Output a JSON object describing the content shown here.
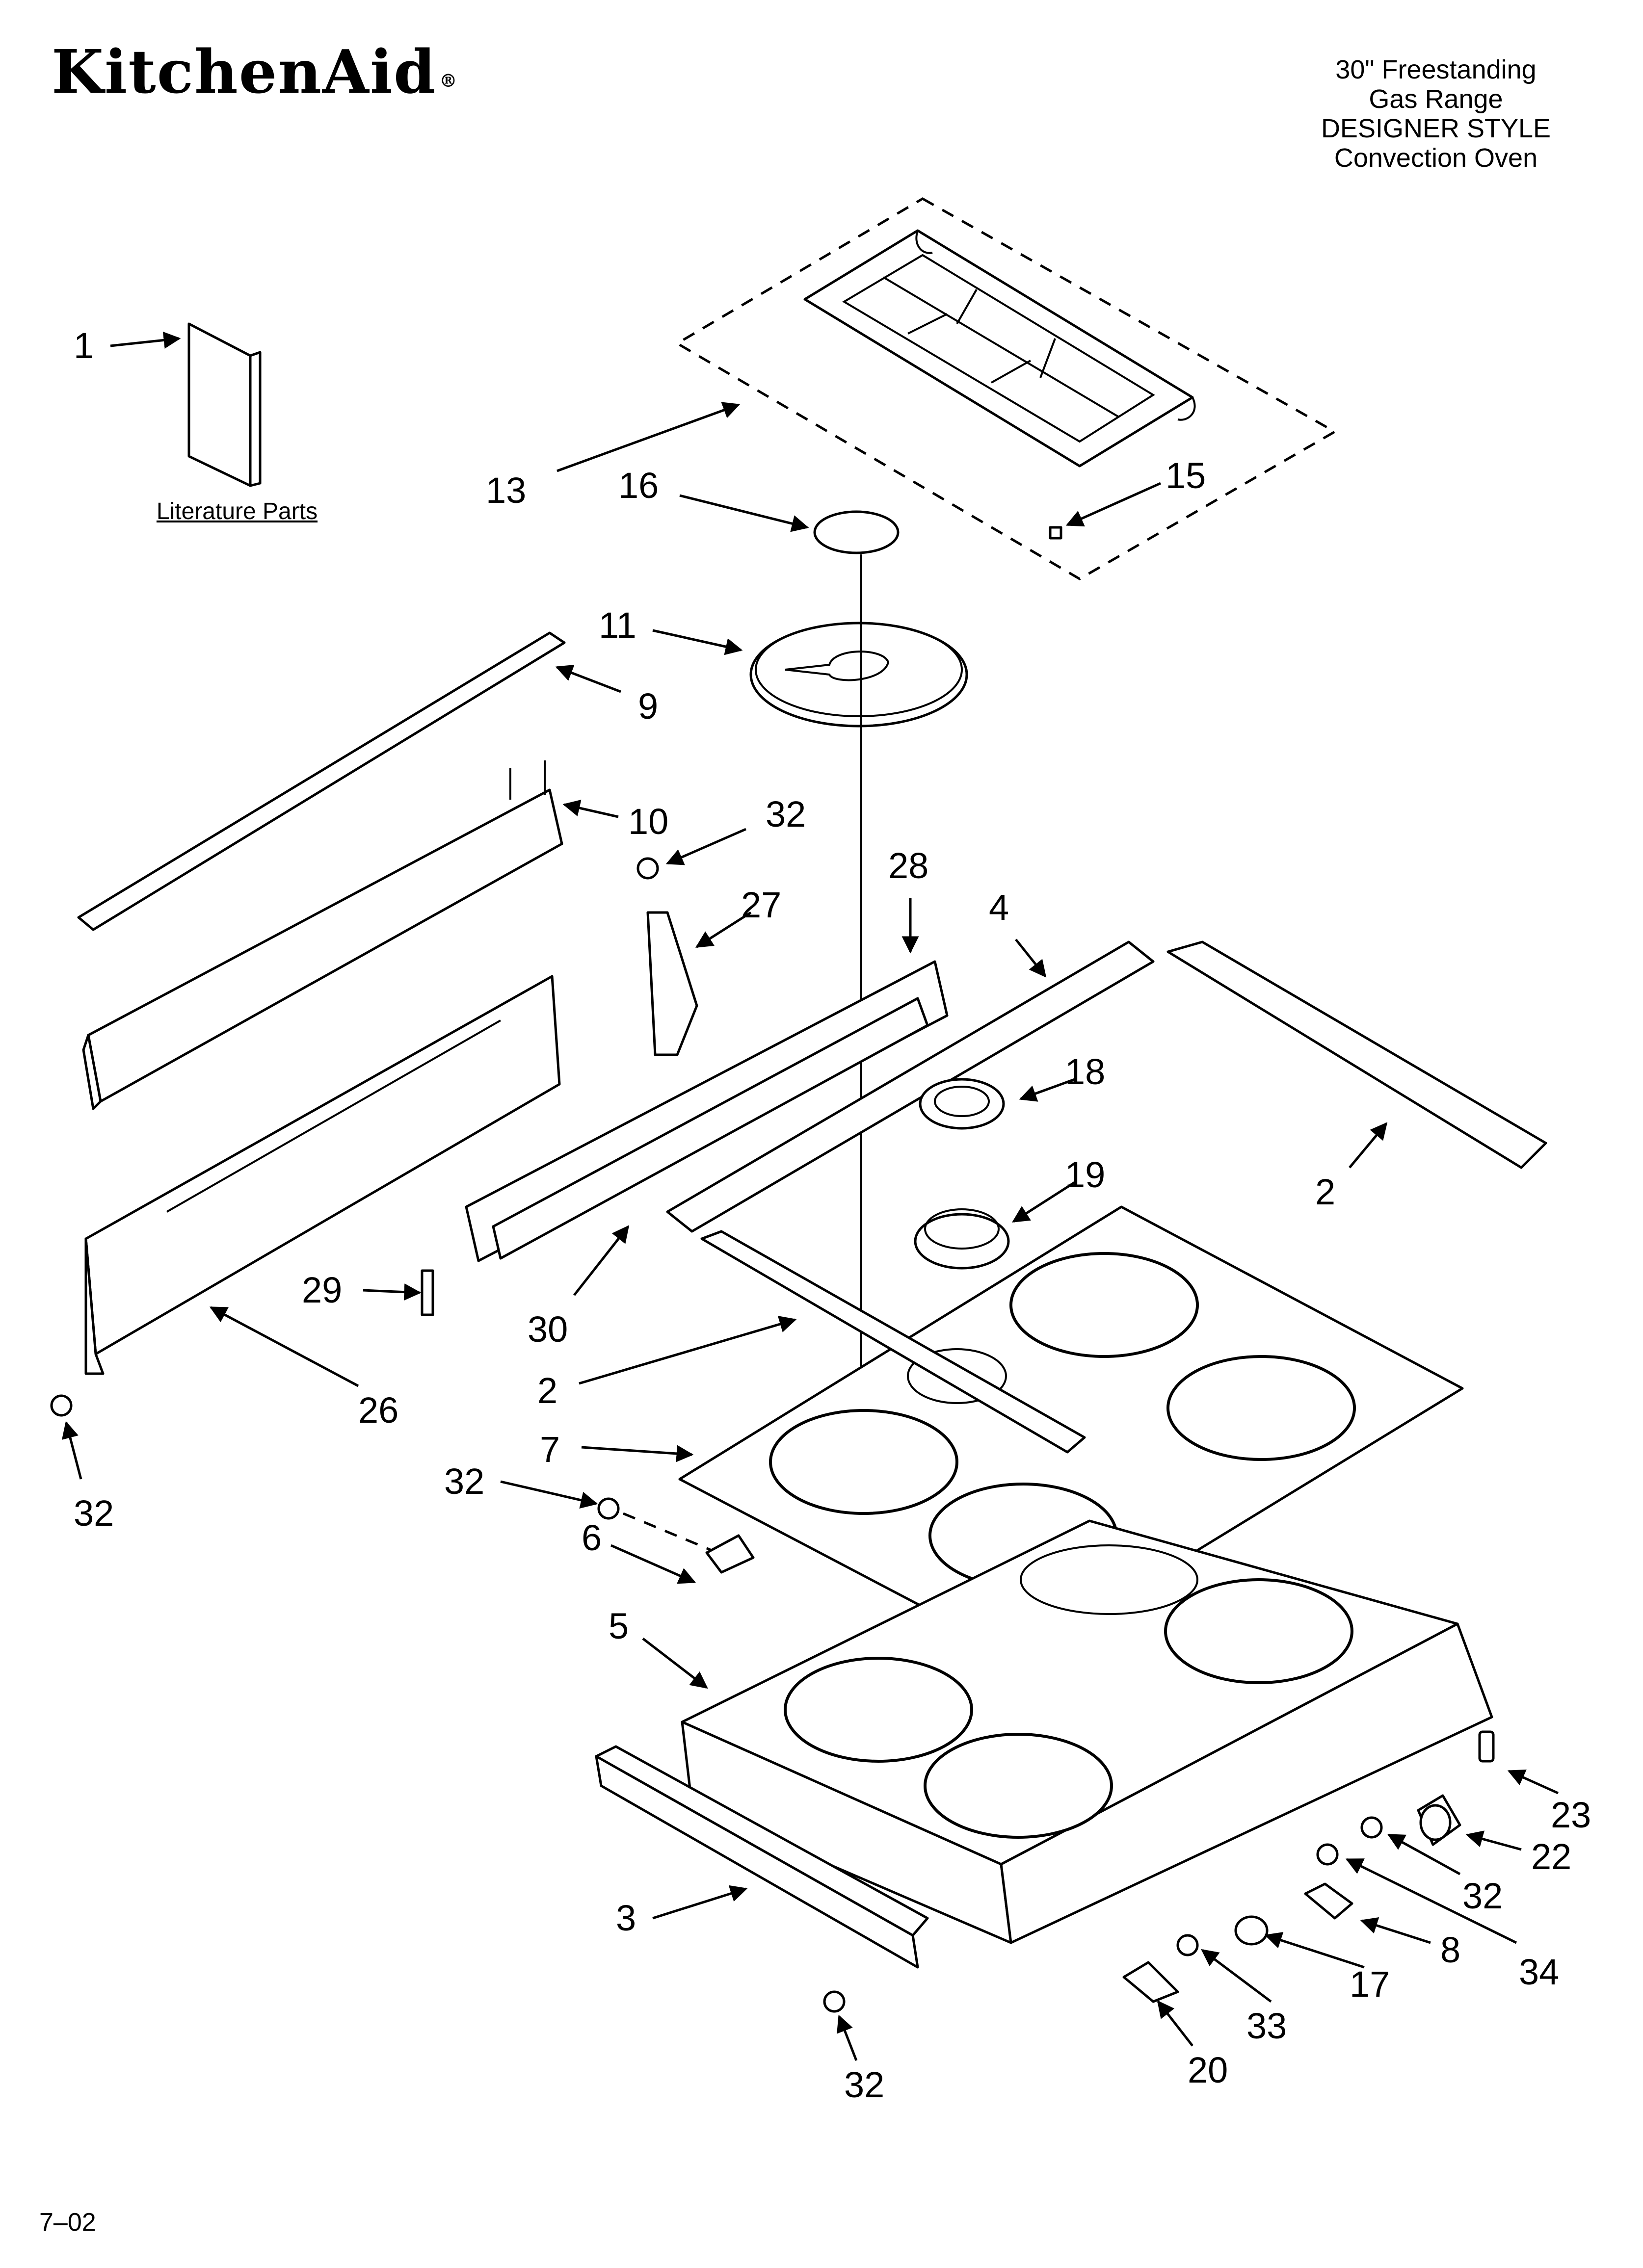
{
  "brand": {
    "logo_text": "KitchenAid",
    "registered_mark": "®"
  },
  "model_info": {
    "line1": "30\" Freestanding",
    "line2": "Gas Range",
    "line3": "DESIGNER STYLE",
    "line4": "Convection Oven"
  },
  "literature_label": "Literature Parts",
  "footer_code": "7–02",
  "callouts": {
    "c1": "1",
    "c13": "13",
    "c16": "16",
    "c15": "15",
    "c11": "11",
    "c9": "9",
    "c10": "10",
    "c32a": "32",
    "c28": "28",
    "c27": "27",
    "c4": "4",
    "c18": "18",
    "c19": "19",
    "c2a": "2",
    "c29": "29",
    "c30": "30",
    "c2b": "2",
    "c26": "26",
    "c32b": "32",
    "c7": "7",
    "c32c": "32",
    "c6": "6",
    "c5": "5",
    "c23": "23",
    "c22": "22",
    "c32d": "32",
    "c3": "3",
    "c8": "8",
    "c34": "34",
    "c17": "17",
    "c33": "33",
    "c20": "20",
    "c32e": "32"
  }
}
